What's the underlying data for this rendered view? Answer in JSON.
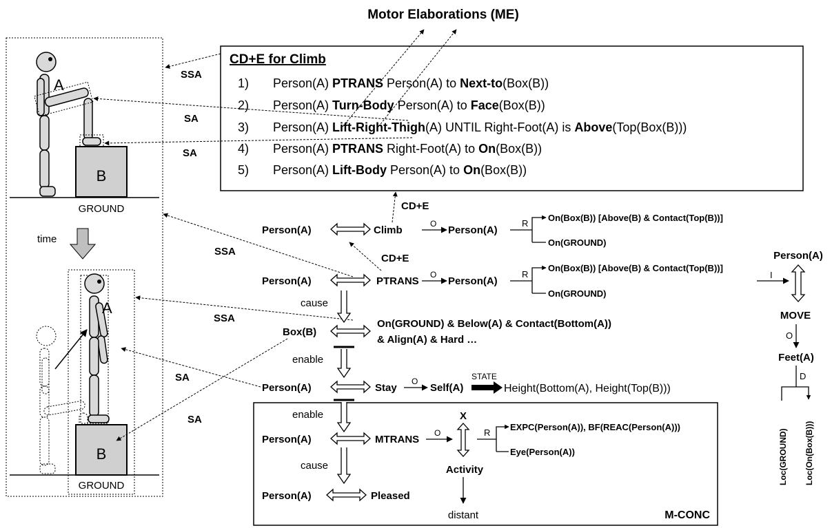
{
  "title": "Motor Elaborations (ME)",
  "cd_box": {
    "heading": "CD+E for Climb",
    "steps": [
      {
        "num": "1)",
        "parts": [
          [
            "Person(A) ",
            false
          ],
          [
            "PTRANS",
            true
          ],
          [
            " Person(A) to ",
            false
          ],
          [
            "Next-to",
            true
          ],
          [
            "(Box(B))",
            false
          ]
        ]
      },
      {
        "num": "2)",
        "parts": [
          [
            "Person(A) ",
            false
          ],
          [
            "Turn-Body",
            true
          ],
          [
            " Person(A) to ",
            false
          ],
          [
            "Face",
            true
          ],
          [
            "(Box(B))",
            false
          ]
        ]
      },
      {
        "num": "3)",
        "parts": [
          [
            "Person(A) ",
            false
          ],
          [
            "Lift-Right-Thigh",
            true
          ],
          [
            "(A) UNTIL Right-Foot(A) is ",
            false
          ],
          [
            "Above",
            true
          ],
          [
            "(Top(Box(B)))",
            false
          ]
        ]
      },
      {
        "num": "4)",
        "parts": [
          [
            "Person(A) ",
            false
          ],
          [
            "PTRANS",
            true
          ],
          [
            " Right-Foot(A) to ",
            false
          ],
          [
            "On",
            true
          ],
          [
            "(Box(B))",
            false
          ]
        ]
      },
      {
        "num": "5)",
        "parts": [
          [
            "Person(A) ",
            false
          ],
          [
            "Lift-Body",
            true
          ],
          [
            " Person(A) to ",
            false
          ],
          [
            "On",
            true
          ],
          [
            "(Box(B))",
            false
          ]
        ]
      }
    ]
  },
  "left_panel": {
    "label_a_top": "A",
    "label_b_top": "B",
    "ground_top": "GROUND",
    "time": "time",
    "label_a_bottom": "A",
    "label_b_bottom": "B",
    "ground_bottom": "GROUND"
  },
  "arrow_labels": {
    "ssa1": "SSA",
    "sa1": "SA",
    "sa2": "SA",
    "ssa2": "SSA",
    "ssa3": "SSA",
    "sa3": "SA",
    "sa4": "SA",
    "cde1": "CD+E",
    "cde2": "CD+E"
  },
  "cd_rows": {
    "climb": {
      "actor": "Person(A)",
      "act": "Climb",
      "o": "O",
      "obj": "Person(A)",
      "r": "R",
      "to": "On(Box(B)) [Above(B) & Contact(Top(B))]",
      "from": "On(GROUND)"
    },
    "ptrans": {
      "actor": "Person(A)",
      "act": "PTRANS",
      "o": "O",
      "obj": "Person(A)",
      "r": "R",
      "to": "On(Box(B)) [Above(B) & Contact(Top(B))]",
      "from": "On(GROUND)",
      "i": "I"
    },
    "cause1": "cause",
    "box": {
      "actor": "Box(B)",
      "state_line1": "On(GROUND) & Below(A) & Contact(Bottom(A))",
      "state_line2": "& Align(A) & Hard …"
    },
    "enable1": "enable",
    "stay": {
      "actor": "Person(A)",
      "act": "Stay",
      "o": "O",
      "obj": "Self(A)",
      "state": "STATE",
      "value": "Height(Bottom(A), Height(Top(B)))"
    },
    "enable2": "enable",
    "mtrans": {
      "actor": "Person(A)",
      "act": "MTRANS",
      "o": "O",
      "x": "X",
      "r": "R",
      "to": "EXPC(Person(A)), BF(REAC(Person(A)))",
      "from": "Eye(Person(A))",
      "activity": "Activity",
      "distant": "distant"
    },
    "cause2": "cause",
    "pleased": {
      "actor": "Person(A)",
      "act": "Pleased"
    },
    "mconc": "M-CONC"
  },
  "move_tree": {
    "actor": "Person(A)",
    "i": "I",
    "act": "MOVE",
    "o": "O",
    "obj": "Feet(A)",
    "d": "D",
    "from": "Loc(GROUND)",
    "to": "Loc(On(Box(B)))"
  }
}
